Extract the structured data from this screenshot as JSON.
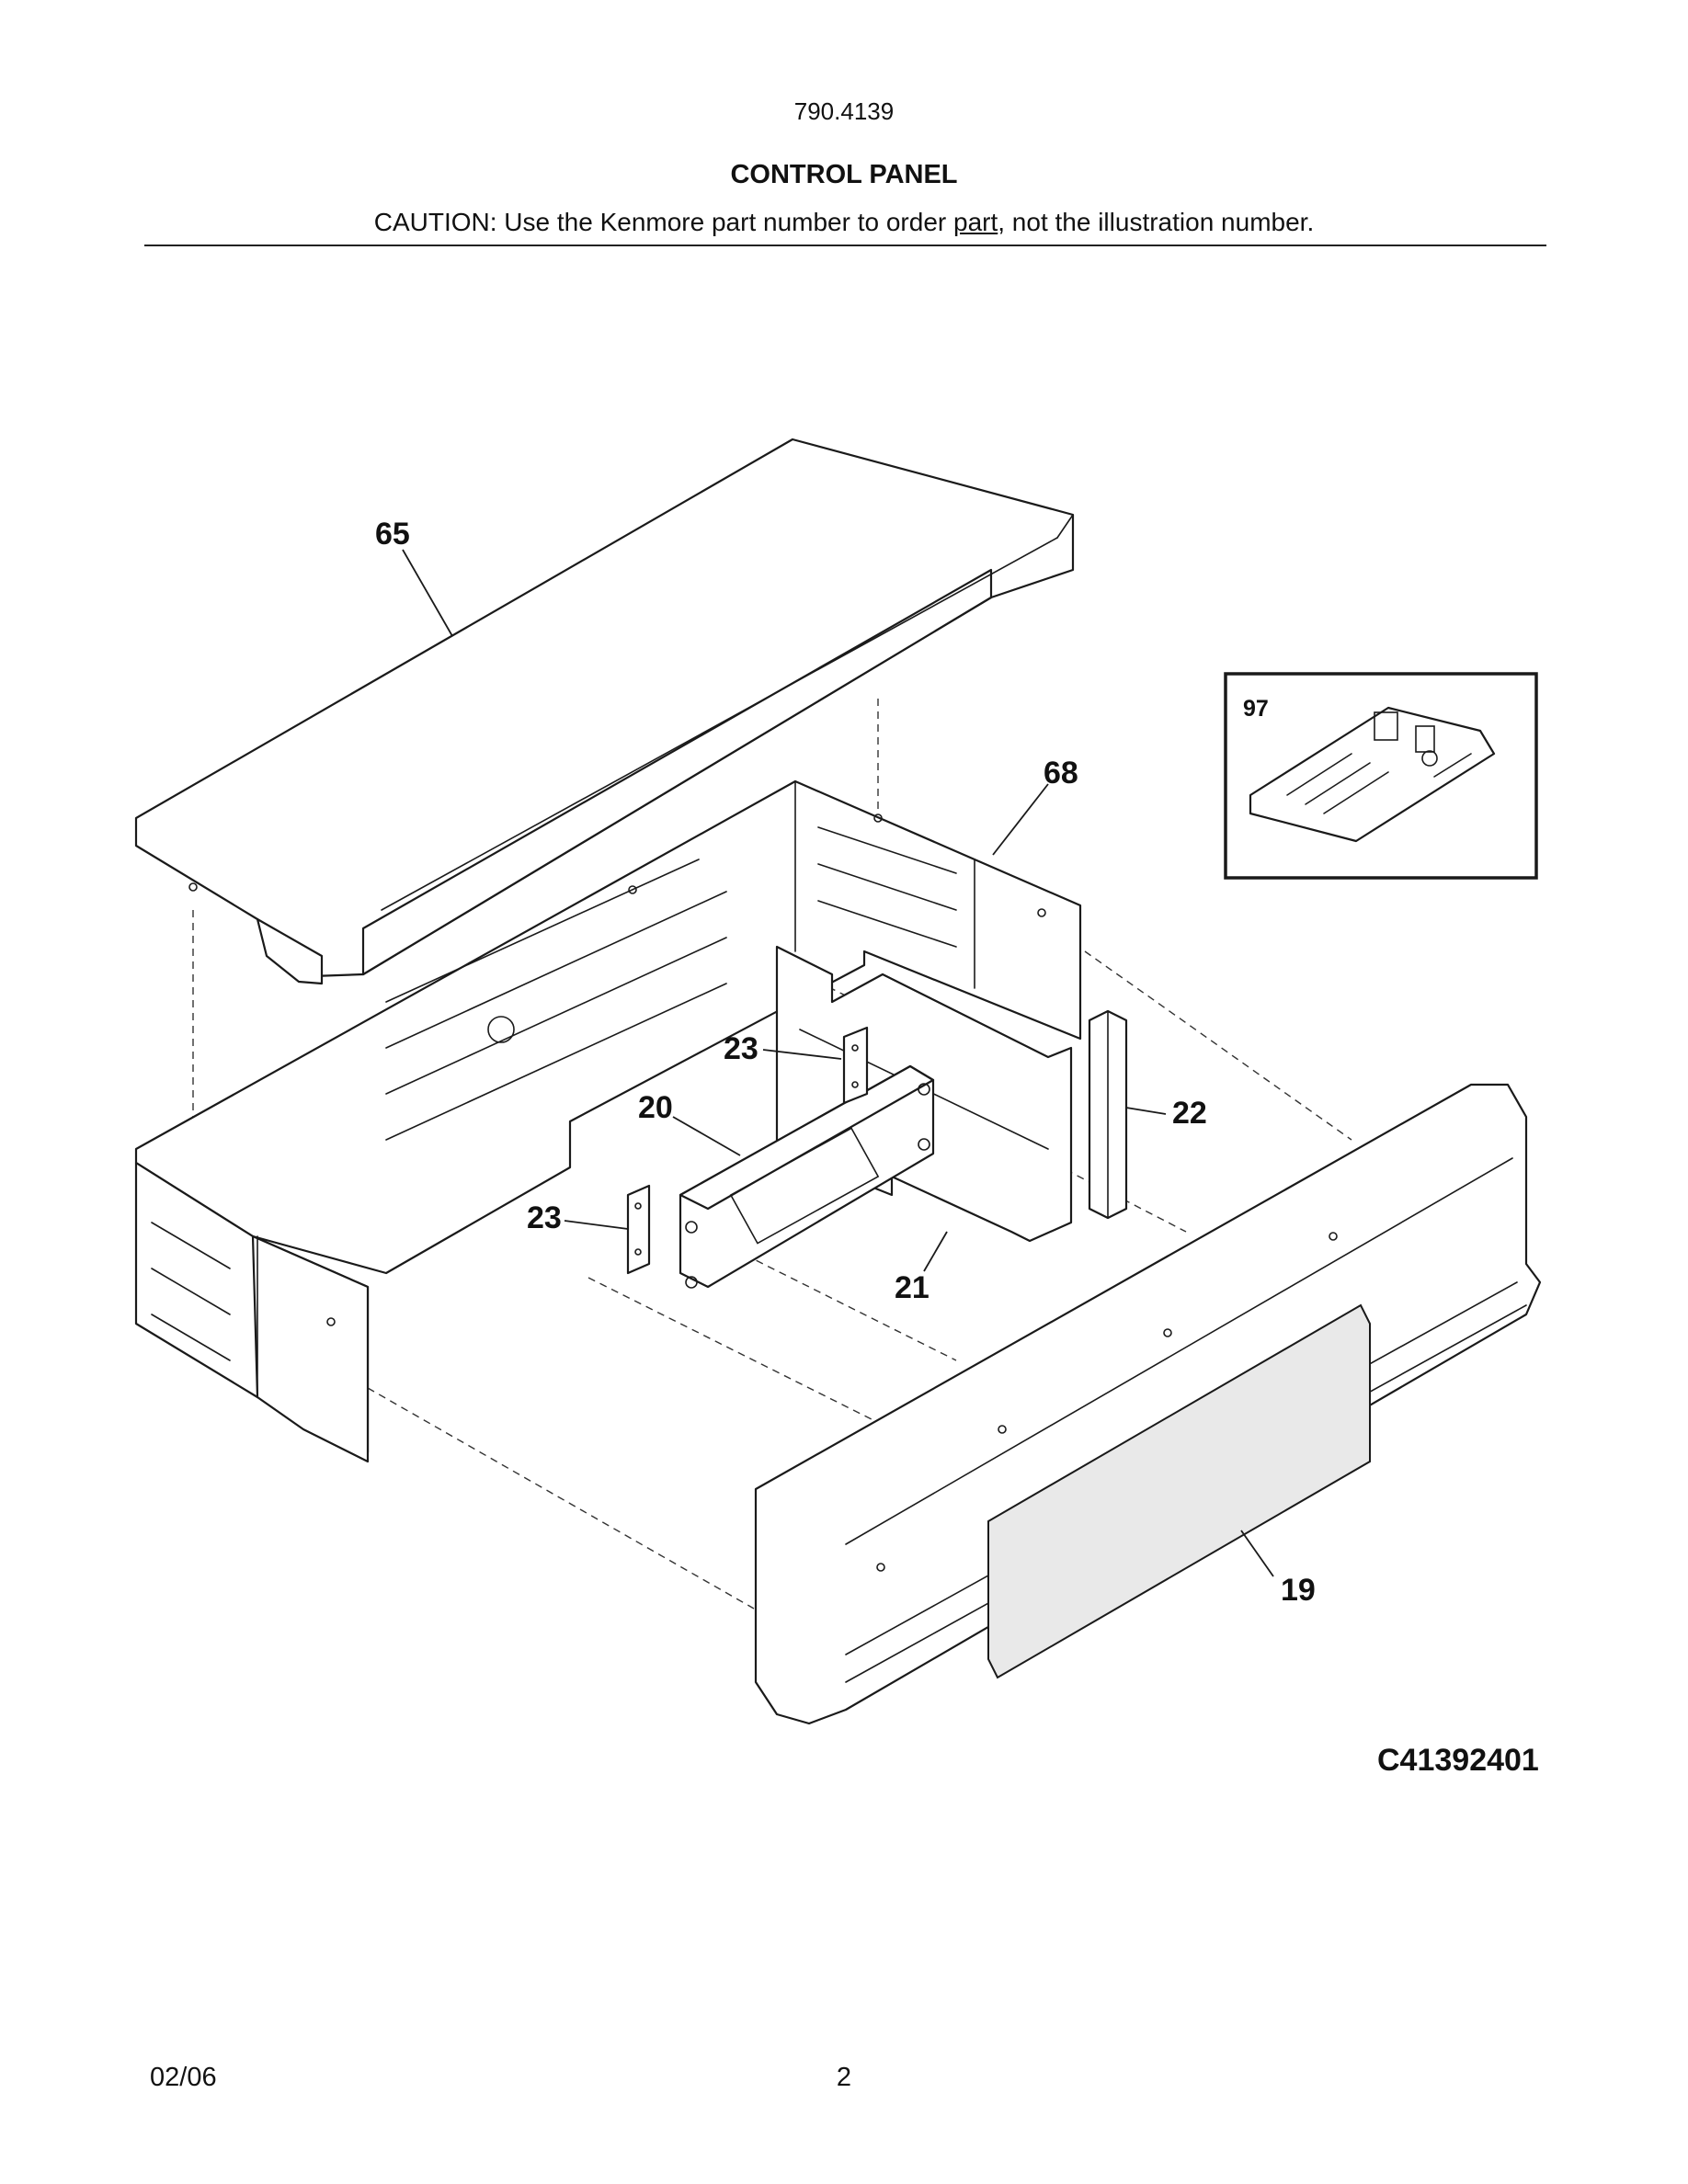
{
  "header": {
    "model_number": "790.4139",
    "section_title": "CONTROL PANEL",
    "caution_prefix": "CAUTION: Use the Kenmore part number to order ",
    "caution_underlined": "part",
    "caution_suffix": ", not the illustration number."
  },
  "diagram": {
    "figure_id": "C41392401",
    "callouts": [
      {
        "id": "65",
        "label": "65"
      },
      {
        "id": "68",
        "label": "68"
      },
      {
        "id": "97",
        "label": "97"
      },
      {
        "id": "23a",
        "label": "23"
      },
      {
        "id": "20",
        "label": "20"
      },
      {
        "id": "22",
        "label": "22"
      },
      {
        "id": "23b",
        "label": "23"
      },
      {
        "id": "21",
        "label": "21"
      },
      {
        "id": "19",
        "label": "19"
      }
    ]
  },
  "footer": {
    "date": "02/06",
    "page_number": "2"
  }
}
